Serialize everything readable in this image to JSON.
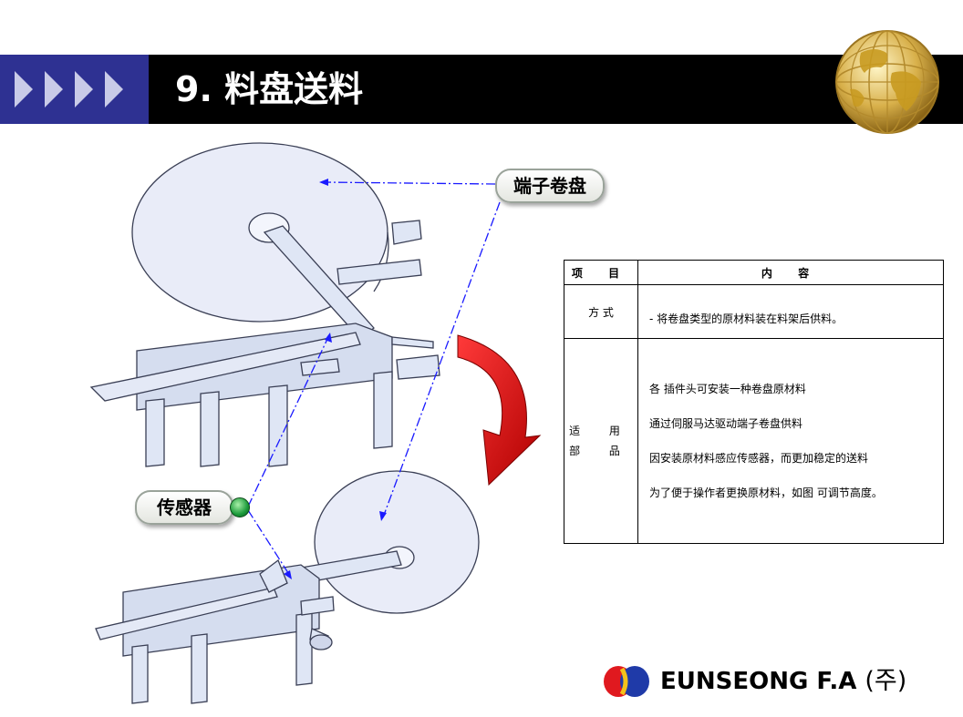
{
  "slide": {
    "title": "9. 料盘送料"
  },
  "callouts": {
    "reel": "端子卷盘",
    "sensor": "传感器"
  },
  "spec_table": {
    "header": {
      "item": "项 目",
      "content": "内 容"
    },
    "method": {
      "label": "方 式",
      "text": "- 将卷盘类型的原材料装在料架后供料。"
    },
    "application": {
      "label_line1": "适 用",
      "label_line2": "部 品",
      "lines": [
        "各 插件头可安装一种卷盘原材料",
        "通过伺服马达驱动端子卷盘供料",
        "因安装原材料感应传感器，而更加稳定的送料",
        "为了便于操作者更换原材料，如图 可调节高度。"
      ]
    }
  },
  "logo": {
    "company": "EUNSEONG F.A",
    "suffix": "(주)"
  },
  "colors": {
    "header_blue": "#2e3192",
    "header_black": "#000000",
    "leader_blue": "#1a1aff",
    "arrow_red": "#d40000",
    "sensor_green": "#1b9a3a"
  },
  "icons": [
    "chevron-right-icon",
    "globe-icon",
    "sensor-led-icon",
    "curved-arrow-icon",
    "company-logo-icon"
  ]
}
